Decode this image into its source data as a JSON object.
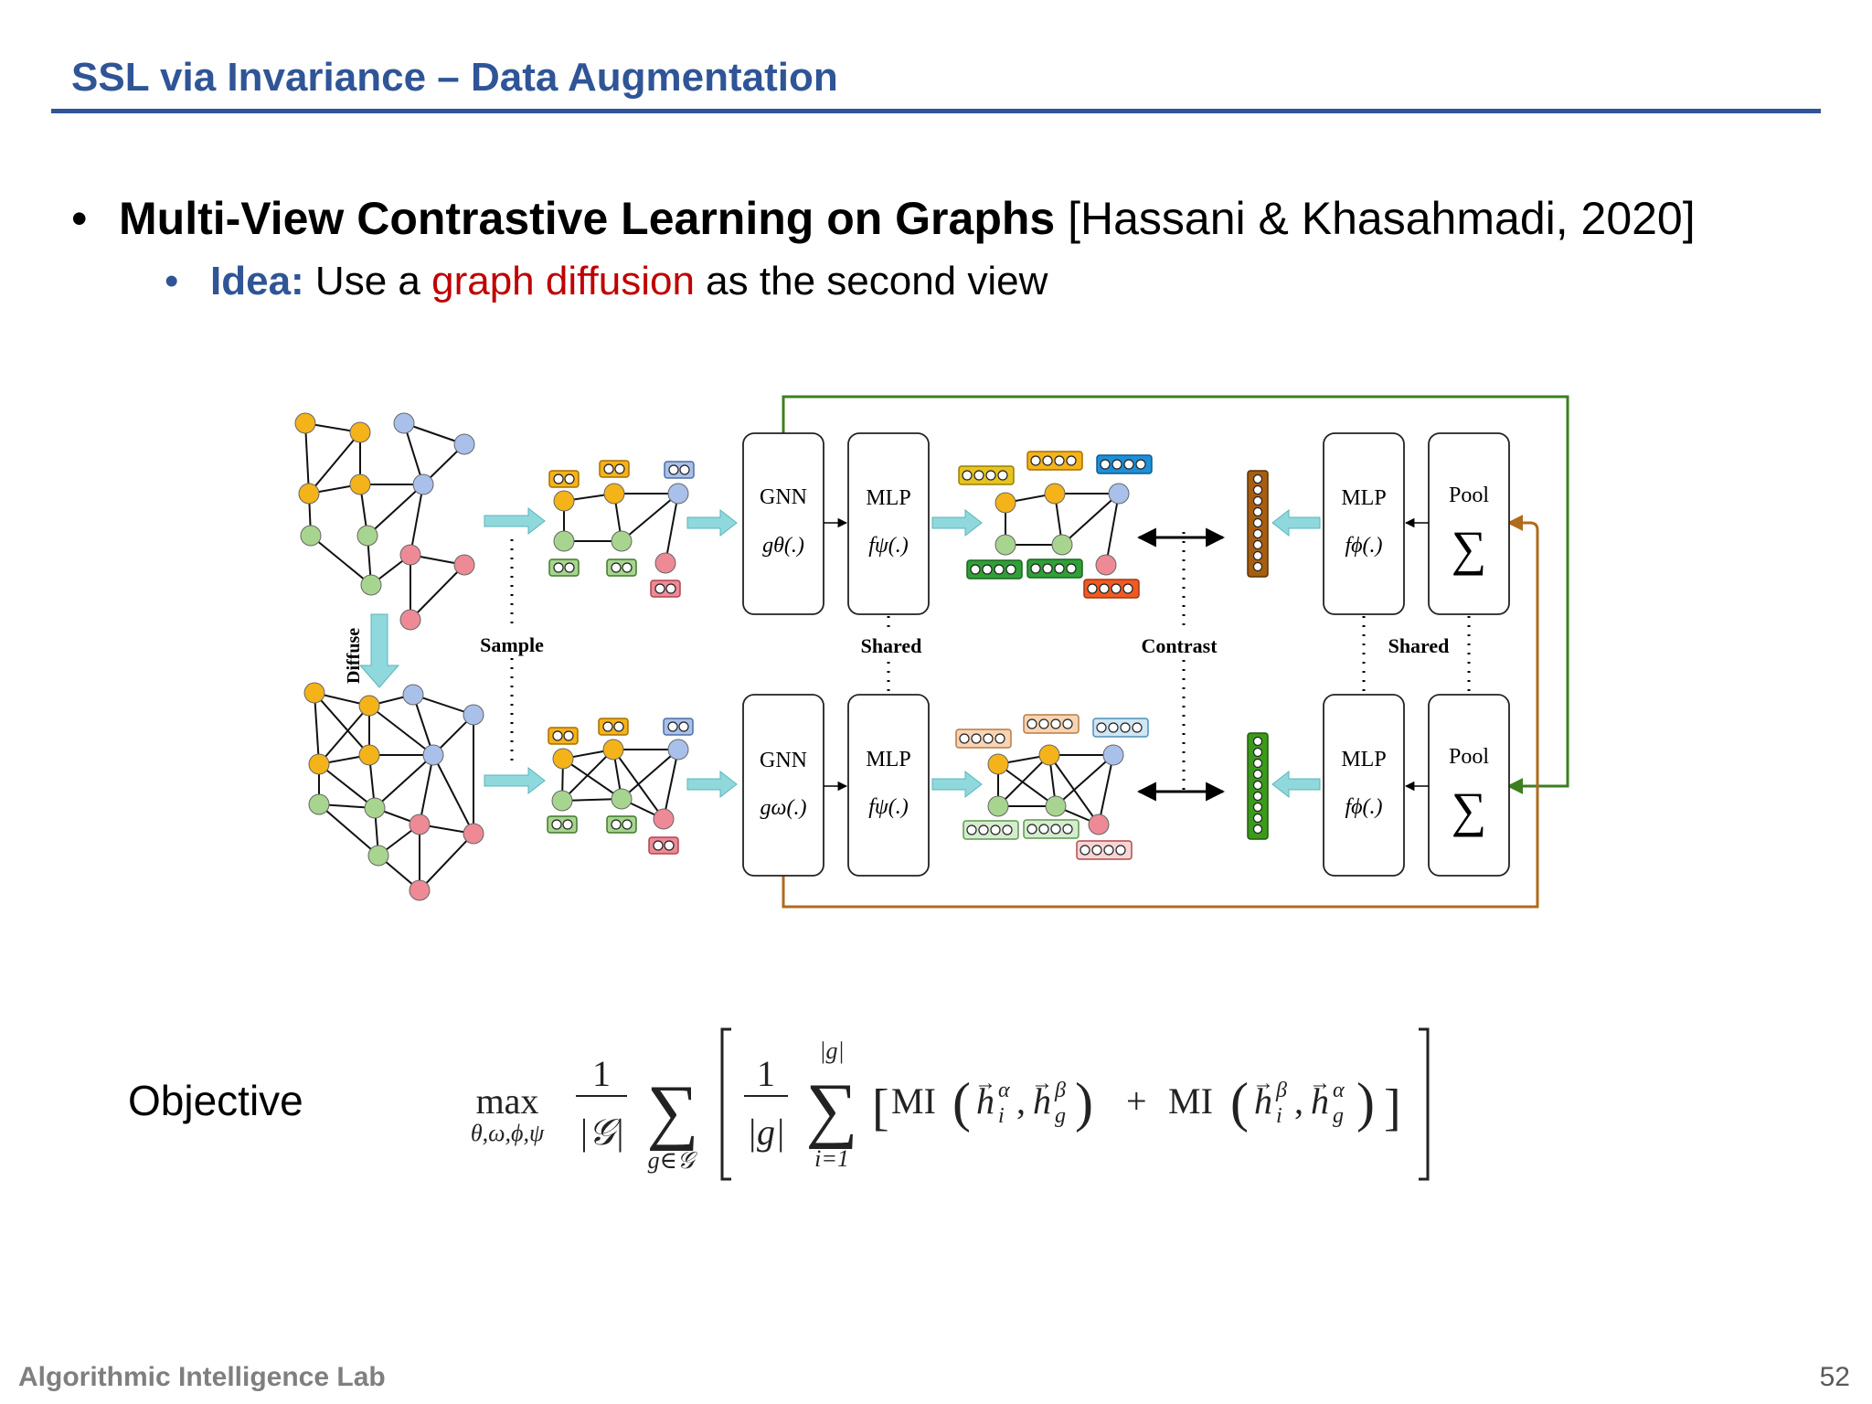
{
  "slide": {
    "title": "SSL via Invariance – Data Augmentation",
    "bullet1": {
      "bold": "Multi-View Contrastive Learning on Graphs",
      "citation": " [Hassani & Khasahmadi, 2020]"
    },
    "bullet2": {
      "label": "Idea:",
      "text_before": " Use a ",
      "highlight": "graph diffusion",
      "text_after": " as the second view"
    },
    "bullet_glyph": "•",
    "objective_label": "Objective",
    "footer_left": "Algorithmic Intelligence Lab",
    "page_number": "52"
  },
  "diagram": {
    "labels": {
      "diffuse": "Diffuse",
      "sample": "Sample",
      "shared_left": "Shared",
      "contrast": "Contrast",
      "shared_right": "Shared"
    },
    "top_row": {
      "gnn_name": "GNN",
      "gnn_fn": "gθ(.)",
      "mlp_name": "MLP",
      "mlp_fn": "fψ(.)",
      "mlp2_name": "MLP",
      "mlp2_fn": "fϕ(.)",
      "pool_name": "Pool",
      "pool_symbol": "∑"
    },
    "bottom_row": {
      "gnn_name": "GNN",
      "gnn_fn": "gω(.)",
      "mlp_name": "MLP",
      "mlp_fn": "fψ(.)",
      "mlp2_name": "MLP",
      "mlp2_fn": "fϕ(.)",
      "pool_name": "Pool",
      "pool_symbol": "∑"
    },
    "colors": {
      "node_orange": "#f5b31a",
      "node_green": "#a7d58f",
      "node_blue": "#a9c1ea",
      "node_red": "#ee8a95",
      "arrow_cyan": "#8fd8dc",
      "loop_green": "#3d7f1f",
      "loop_brown": "#b06b1d"
    }
  },
  "formula": {
    "max": "max",
    "max_sub": "θ,ω,ϕ,ψ",
    "one": "1",
    "G_cal": "|𝒢|",
    "sum_sub1": "g∈𝒢",
    "g_abs": "|g|",
    "sum_sup2": "|g|",
    "sum_sub2": "i=1",
    "MI": "MI",
    "plus": "+"
  }
}
